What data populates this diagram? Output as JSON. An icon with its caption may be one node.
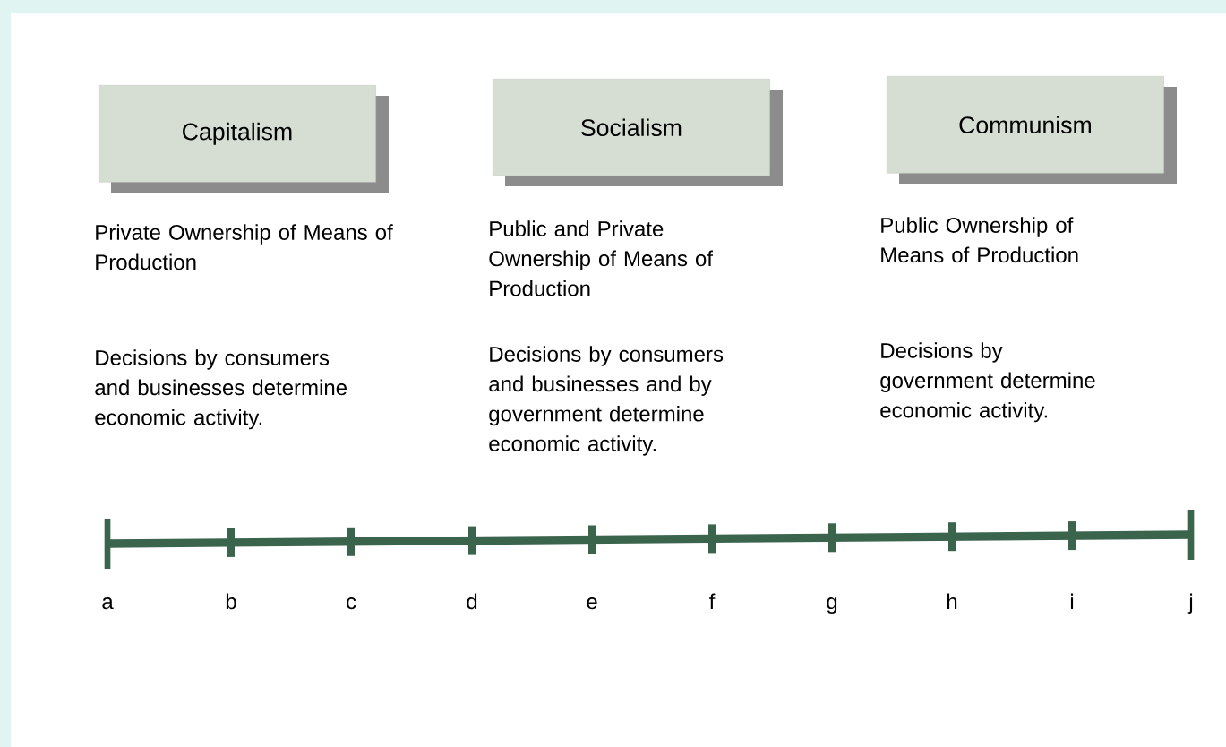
{
  "diagram": {
    "nodes": [
      {
        "text": [
          "Capitalism"
        ]
      },
      {
        "text": [
          "Socialism"
        ]
      },
      {
        "text": [
          "Communism"
        ]
      }
    ],
    "labels": [
      "Private Ownership of Means of Production",
      "Public and Private Ownership of Means of Production",
      "Public Ownership of Means of Production",
      "Decisions by consumers and businesses determine economic activity.",
      "Decisions by consumers and businesses and by government determine economic activity.",
      "Decisions by government determine economic activity.",
      "a",
      "b",
      "c",
      "d",
      "e",
      "f",
      "g",
      "h",
      "i",
      "j"
    ]
  }
}
